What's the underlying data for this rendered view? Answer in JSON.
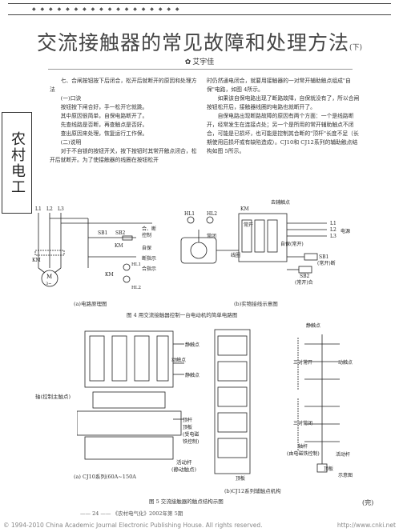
{
  "header": {
    "dots": "◆ ◆ ◆ ◆ ◆ ◆ ◆ ◆ ◆ ◆ ◆ ◆ ◆ ◆ ◆ ◆ ◆ ◆"
  },
  "title": {
    "main": "交流接触器的常见故障和处理方法",
    "sub": "(下)"
  },
  "author": "艾宇佳",
  "sidebar_label": "农村电工",
  "left_col": {
    "p1": "七、合闸按钮按下后闭合，松开后就断开的原因和处理方法",
    "h1": "(一)口诀",
    "l1": "按钮按下闸合好，手一松开它就跳。",
    "l2": "其中原因很简单，自保电路断开了。",
    "l3": "先查线路是否断，再查触点是否好。",
    "l4": "查出原因来处理，恢复运行工作保。",
    "h2": "(二)说明",
    "p2": "对于不自锁的按钮开关，按下按钮时其常开触点闭合，松开后就断开。为了使接触器的线圈在按钮松开"
  },
  "right_col": {
    "p1": "时仍然通电闭合，就要用接触器的一对常开辅助触点组成\"自保\"电路，如图 4所示。",
    "p2": "如果该自保电路出现了断路故障，自保就没有了，所以合闸按钮松开后，接触器线圈的电路也就断开了。",
    "p3": "自保电路出现断路故障的原因有两个方面：一个是线路断开，经常发生在连接点处；另一个是所用的常开辅助触点不闭合，可能是已损坏，也可能是控制其合断的\"顶杆\"长度不足（长期使用后损坏或有缺陷造成）。CJ10和 CJ12系列的辅助触点结构如图 5所示。"
  },
  "figure4": {
    "a": {
      "lines": [
        "L1",
        "L2",
        "L3"
      ],
      "sb1": "SB1",
      "sb2": "SB2",
      "km": "KM",
      "hl1": "HL1",
      "hl2": "HL2",
      "motor": "M",
      "motor_sub": "3~",
      "r1": "合、断",
      "r2": "控制",
      "r3": "自保",
      "r4": "断指示",
      "r5": "合指示",
      "caption": "(a)电路原理图"
    },
    "b": {
      "aux": "去辅触点",
      "km": "KM",
      "hl1": "HL1",
      "hl2": "HL2",
      "l1": "L1",
      "l2": "L2",
      "l3": "L3",
      "elec": "电源",
      "nc": "常闭",
      "no": "常开",
      "coil": "线圈",
      "self": "自保(常开)",
      "sb1": "SB1",
      "sb1_sub": "(常开)断",
      "sb2": "SB2",
      "sb2_sub": "(常开)合",
      "caption": "(b)实物接线示意图"
    },
    "caption": "图 4 用交流接触器控制一台电动机的简单电路图"
  },
  "figure5": {
    "a": {
      "static1": "静触点",
      "moving": "动触点",
      "static2": "静触点",
      "shaft": "轴(控制主触点)",
      "pushrod": "顶杆",
      "plate": "顶板",
      "plate_sub": "(受电磁",
      "plate_sub2": "铁控制)",
      "caption": "(a) CJ10系列(60A~150A"
    },
    "b": {
      "static": "静触点",
      "three_no": "三对常开",
      "moving": "动触点",
      "three_nc": "三对常闭",
      "shaft": "轴杆",
      "shaft_sub": "(由电磁铁控制)",
      "lever": "活动杆",
      "lever_sub": "(静动触点)",
      "lever2": "活动杆",
      "plate": "顶板",
      "schematic": "示意图",
      "caption": "(b)CJ12系列辅触点机构"
    },
    "caption": "图 5 交流接触器的触点结构示图"
  },
  "end_mark": "(完)",
  "page_bar": "—— 24 ——   《农村电气化》2002年第 5期",
  "footer": {
    "left": "© 1994-2010 China Academic Journal Electronic Publishing House. All rights reserved.",
    "right": "http://www.cnki.net"
  }
}
